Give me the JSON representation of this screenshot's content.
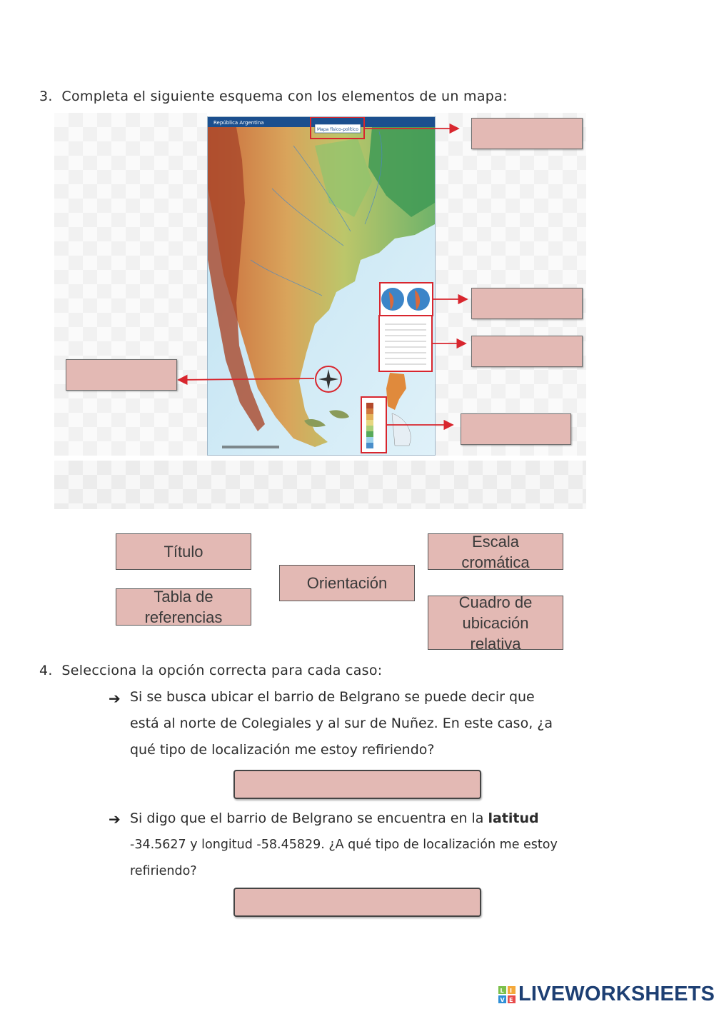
{
  "section3": {
    "number": "3.",
    "prompt": "Completa el siguiente esquema con los elementos de un mapa:"
  },
  "map": {
    "title_strip": "República Argentina",
    "label_box": "Mapa físico-político"
  },
  "tiles": {
    "titulo": "Título",
    "tabla_line1": "Tabla de",
    "tabla_line2": "referencias",
    "orientacion": "Orientación",
    "escala_line1": "Escala",
    "escala_line2": "cromática",
    "cuadro_line1": "Cuadro de",
    "cuadro_line2": "ubicación",
    "cuadro_line3": "relativa"
  },
  "section4": {
    "number": "4.",
    "prompt": "Selecciona la opción correcta para cada caso:",
    "item1": {
      "line1": "Si se busca ubicar el barrio de Belgrano se puede decir que",
      "line2": "está al norte de Colegiales y al sur de Nuñez. En este caso, ¿a",
      "line3": "qué tipo de localización me estoy refiriendo?"
    },
    "item2": {
      "line1_start": "Si digo que el barrio de Belgrano se encuentra en la ",
      "line1_bold": "latitud",
      "line2": "-34.5627 y longitud -58.45829. ¿A qué tipo de localización me estoy",
      "line3": "refiriendo?"
    }
  },
  "brand": {
    "name": "LIVEWORKSHEETS",
    "icon_letters": "LIVE"
  },
  "colors": {
    "drop_fill": "#e3b9b4",
    "arrow_red": "#d8262e",
    "brand_blue": "#1d3f73"
  }
}
